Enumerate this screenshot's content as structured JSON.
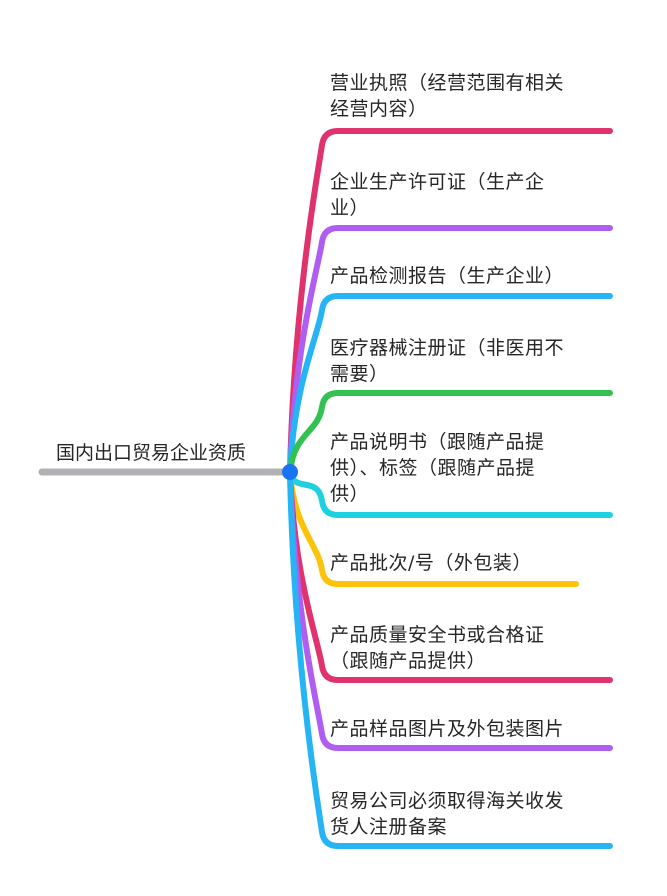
{
  "root": {
    "label": "国内出口贸易企业资质",
    "line_color": "#b3b1b4",
    "dot_color": "#1a73f0"
  },
  "branches": [
    {
      "label": "营业执照（经营范围有相关\n经营内容）",
      "color": "#e0336b"
    },
    {
      "label": "企业生产许可证（生产企\n业）",
      "color": "#b05df2"
    },
    {
      "label": "产品检测报告（生产企业）",
      "color": "#26b4f5"
    },
    {
      "label": "医疗器械注册证（非医用不\n需要）",
      "color": "#33c152"
    },
    {
      "label": "产品说明书（跟随产品提\n供）、标签（跟随产品提\n供）",
      "color": "#1fd0e0"
    },
    {
      "label": "产品批次/号（外包装）",
      "color": "#fdc20a"
    },
    {
      "label": "产品质量安全书或合格证\n（跟随产品提供）",
      "color": "#e0336b"
    },
    {
      "label": "产品样品图片及外包装图片",
      "color": "#b05df2"
    },
    {
      "label": "贸易公司必须取得海关收发\n货人注册备案",
      "color": "#26b4f5"
    }
  ]
}
